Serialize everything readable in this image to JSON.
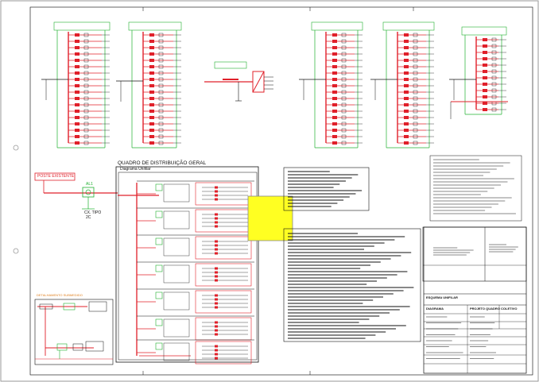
{
  "drawing": {
    "main_title": "QUADRO DE DISTRIBUIÇÃO GERAL",
    "subtitle": "Diagrama Unifilar",
    "source_label": "POSTE EXISTENTE",
    "meter_box_label": "AL1",
    "cx_label_1": "CX. TIPO",
    "cx_label_2": "2C",
    "detail_label": "DETALHAMENTO SUBMEDIDO",
    "colors": {
      "circuit_red": "#e0202a",
      "ground_green": "#20b030",
      "line_black": "#111111",
      "highlight_yellow": "#ffff22",
      "cyan_border": "#40c0d0",
      "orange_label": "#e08020"
    }
  },
  "title_block": {
    "row_esquema": "ESQUEMA UNIFILAR",
    "row_projeto": "PROJETO QUADRO COLETIVO",
    "row_diagrama": "DIAGRAMA"
  }
}
